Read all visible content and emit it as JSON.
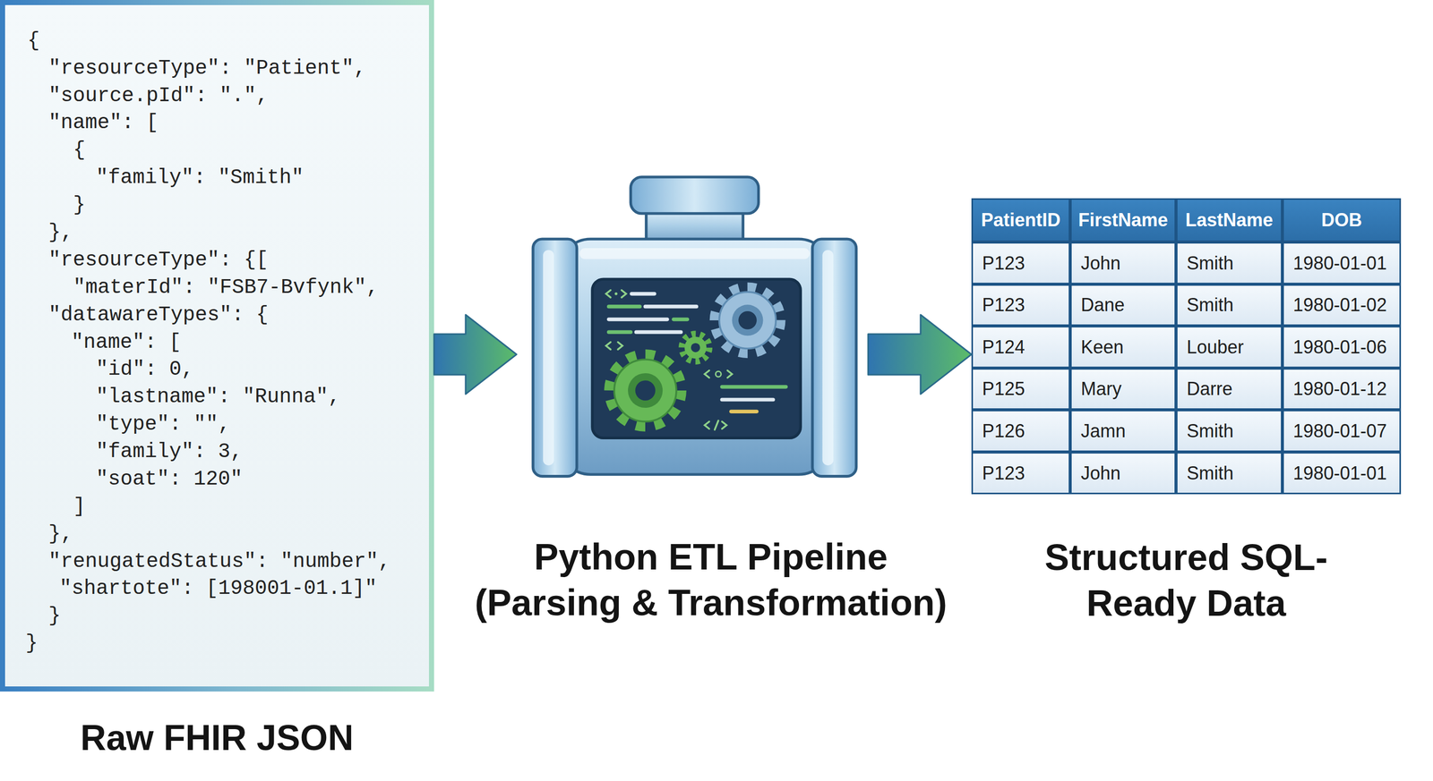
{
  "diagram": {
    "nodes": [
      {
        "text": [
          "{",
          "\"resourceType\": \"Patient\",",
          "\"source.pId\": \".\",",
          "\"name\": [",
          "{",
          "\"family\": \"Smith\"",
          "}",
          "},",
          "\"resourceType\": {[",
          "\"materId\": \"FSB7-Bvfynk\",",
          "\"datawareTypes\": {",
          "\"name\": [",
          "\"id\": 0,",
          "\"lastname\": \"Runna\",",
          "\"type\": \"\",",
          "\"family\": 3,",
          "\"soat\": 120\"",
          "]",
          "},",
          "\"renugatedStatus\": \"number\",",
          "\"shartote\": [198001-01.1]\"",
          "}",
          "}",
          "Raw FHIR JSON"
        ]
      },
      {
        "text": [
          "Python ETL Pipeline (Parsing & Transformation)"
        ]
      },
      {
        "text": [
          "Structured SQL-Ready Data"
        ]
      }
    ],
    "edges": [
      {
        "from": 0,
        "to": 1,
        "arrow": "to"
      },
      {
        "from": 1,
        "to": 2,
        "arrow": "to"
      }
    ],
    "labels": [
      "PatientID",
      "FirstName",
      "LastName",
      "DOB",
      "P123",
      "John",
      "Smith",
      "1980-01-01",
      "P123",
      "Dane",
      "Smith",
      "1980-01-02",
      "P124",
      "Keen",
      "Louber",
      "1980-01-06",
      "P125",
      "Mary",
      "Darre",
      "1980-01-12",
      "P126",
      "Jamn",
      "Smith",
      "1980-01-07",
      "P123",
      "John",
      "Smith",
      "1980-01-01"
    ]
  }
}
